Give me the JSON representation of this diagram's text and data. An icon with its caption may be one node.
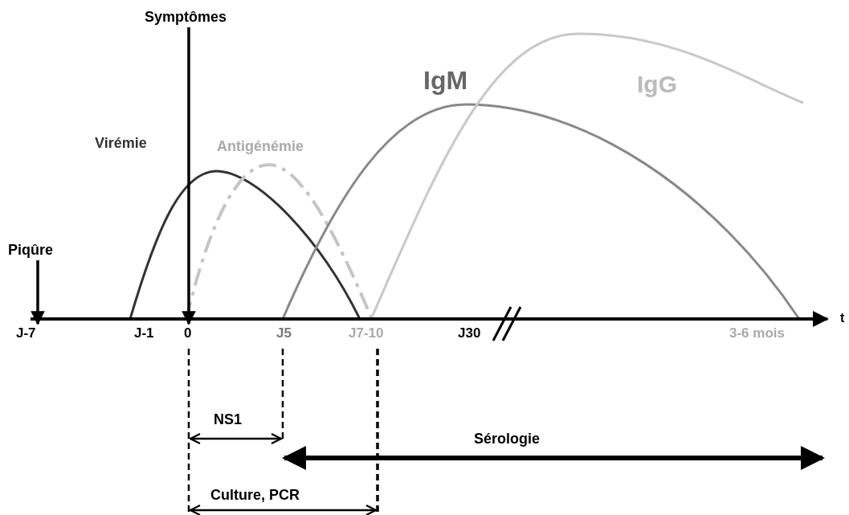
{
  "diagram": {
    "nodes": [
      {
        "text": [
          "Piqûre"
        ]
      },
      {
        "text": [
          "Symptômes"
        ]
      },
      {
        "text": [
          "J-7"
        ]
      },
      {
        "text": [
          "0"
        ]
      }
    ],
    "edges": [
      {
        "from": 0,
        "to": 2,
        "arrow": "to"
      },
      {
        "from": 1,
        "to": 3,
        "arrow": "to"
      }
    ],
    "labels": [
      "Virémie",
      "Antigénémie",
      "IgM",
      "IgG",
      "J-1",
      "J5",
      "J7-10",
      "J30",
      "3-6 mois",
      "t",
      "NS1",
      "Sérologie",
      "Culture, PCR"
    ]
  }
}
